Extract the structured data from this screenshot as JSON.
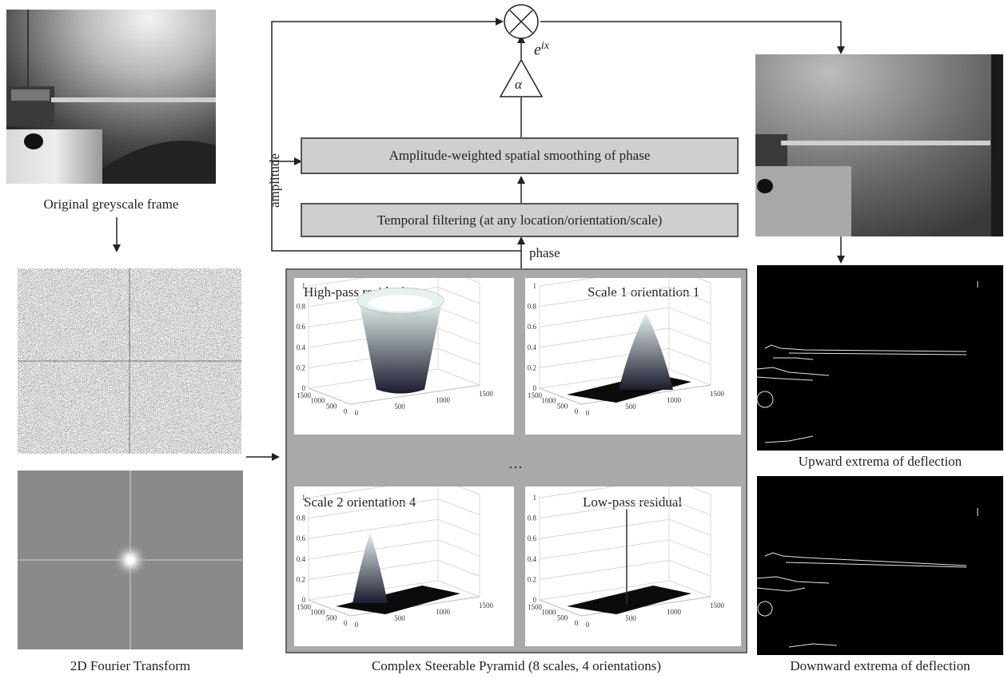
{
  "captions": {
    "original": "Original greyscale frame",
    "fourier": "2D Fourier Transform",
    "pyramid": "Complex Steerable Pyramid (8 scales, 4 orientations)",
    "upward": "Upward extrema of deflection",
    "downward": "Downward extrema of deflection"
  },
  "boxes": {
    "smoothing": "Amplitude-weighted spatial smoothing of phase",
    "temporal": "Temporal filtering (at any location/orientation/scale)"
  },
  "labels": {
    "amplitude": "amplitude",
    "phase": "phase",
    "alpha": "α",
    "exp_base": "e",
    "exp_sup": "ix",
    "ellipsis": "…"
  },
  "panels": [
    {
      "title": "High-pass residual"
    },
    {
      "title": "Scale 1 orientation 1"
    },
    {
      "title": "Scale 2 orientation 4"
    },
    {
      "title": "Low-pass residual"
    }
  ],
  "axis": {
    "z_ticks": [
      "0",
      "0.2",
      "0.4",
      "0.6",
      "0.8",
      "1"
    ],
    "left_ticks": [
      "0",
      "500",
      "1000",
      "1500"
    ],
    "right_ticks": [
      "0",
      "500",
      "1000",
      "1500"
    ]
  },
  "colors": {
    "box_fill": "#cfcfcf",
    "pyramid_bg": "#a9a9a9",
    "surface_top": "#e6f2ef",
    "surface_bottom": "#1b1b2e"
  }
}
